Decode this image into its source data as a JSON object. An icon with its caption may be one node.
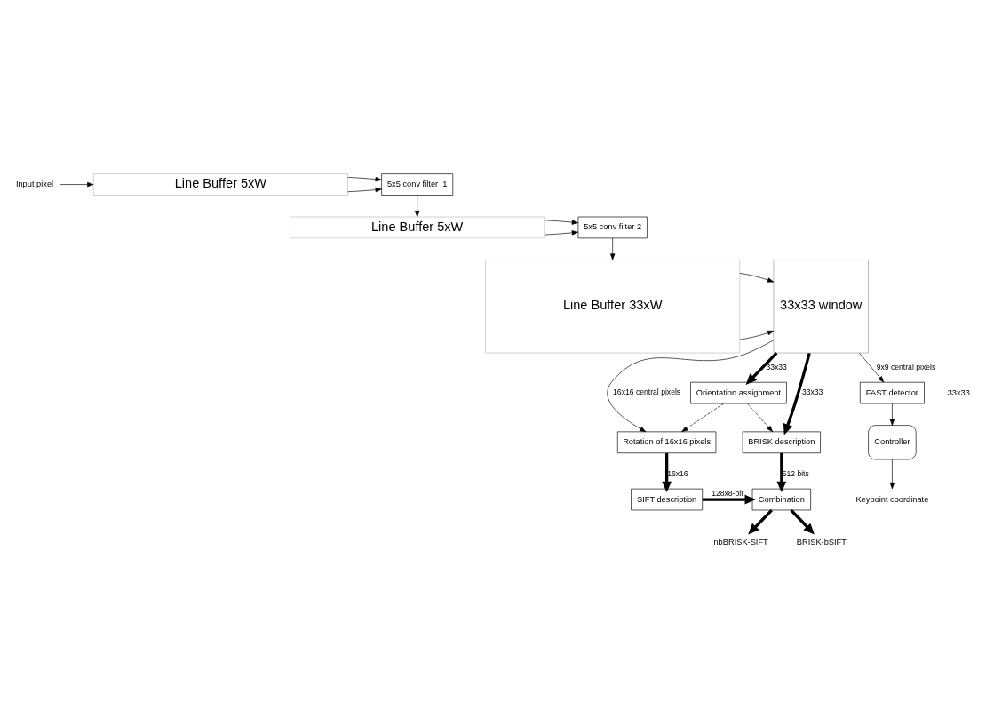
{
  "diagram": {
    "nodes": [
      {
        "text": [
          "Input pixel"
        ]
      },
      {
        "text": [
          "Line Buffer 5xW"
        ]
      },
      {
        "text": [
          "5x5 conv filter  1"
        ]
      },
      {
        "text": [
          "Line Buffer 5xW"
        ]
      },
      {
        "text": [
          "5x5 conv filter 2"
        ]
      },
      {
        "text": [
          "Line Buffer 33xW"
        ]
      },
      {
        "text": [
          "33x33 window"
        ]
      },
      {
        "text": [
          "Orientation assignment"
        ]
      },
      {
        "text": [
          "Rotation of 16x16 pixels"
        ]
      },
      {
        "text": [
          "BRISK description"
        ]
      },
      {
        "text": [
          "SIFT description"
        ]
      },
      {
        "text": [
          "Controller"
        ]
      },
      {
        "text": [
          "FAST detector"
        ]
      },
      {
        "text": [
          "Combination"
        ]
      },
      {
        "text": [
          "Keypoint coordinate"
        ]
      },
      {
        "text": [
          "nbBRISK-SIFT"
        ]
      },
      {
        "text": [
          "BRISK-bSIFT"
        ]
      }
    ],
    "edges": [
      {
        "from": 0,
        "to": 1,
        "arrow": "to"
      },
      {
        "from": 1,
        "to": 2,
        "arrow": "to"
      },
      {
        "from": 1,
        "to": 2,
        "arrow": "to"
      },
      {
        "from": 2,
        "to": 3,
        "arrow": "to"
      },
      {
        "from": 3,
        "to": 4,
        "arrow": "to"
      },
      {
        "from": 3,
        "to": 4,
        "arrow": "to"
      },
      {
        "from": 4,
        "to": 5,
        "arrow": "to"
      },
      {
        "from": 5,
        "to": 6,
        "arrow": "to"
      },
      {
        "from": 5,
        "to": 6,
        "arrow": "to"
      },
      {
        "from": 6,
        "to": 7,
        "arrow": "to",
        "label": "33x33",
        "style": "thick"
      },
      {
        "from": 6,
        "to": 8,
        "arrow": "to",
        "label": "16x16 central pixels"
      },
      {
        "from": 6,
        "to": 9,
        "arrow": "to",
        "label": "33x33",
        "style": "thick"
      },
      {
        "from": 6,
        "to": 12,
        "arrow": "to",
        "label": "9x9 central pixels"
      },
      {
        "from": 7,
        "to": 9,
        "arrow": "to",
        "style": "dashed"
      },
      {
        "from": 7,
        "to": 8,
        "arrow": "to",
        "style": "dashed"
      },
      {
        "from": 8,
        "to": 10,
        "arrow": "to",
        "label": "16x16",
        "style": "thick"
      },
      {
        "from": 12,
        "to": 11,
        "arrow": "to"
      },
      {
        "from": 11,
        "to": 14,
        "arrow": "to"
      },
      {
        "from": 9,
        "to": 13,
        "arrow": "to",
        "label": "512 bits",
        "style": "thick"
      },
      {
        "from": 10,
        "to": 13,
        "arrow": "to",
        "label": "128x8-bit",
        "style": "thick"
      },
      {
        "from": 13,
        "to": 15,
        "arrow": "to",
        "style": "thick"
      },
      {
        "from": 13,
        "to": 16,
        "arrow": "to",
        "style": "thick"
      }
    ],
    "labels": [
      "33x33"
    ]
  }
}
